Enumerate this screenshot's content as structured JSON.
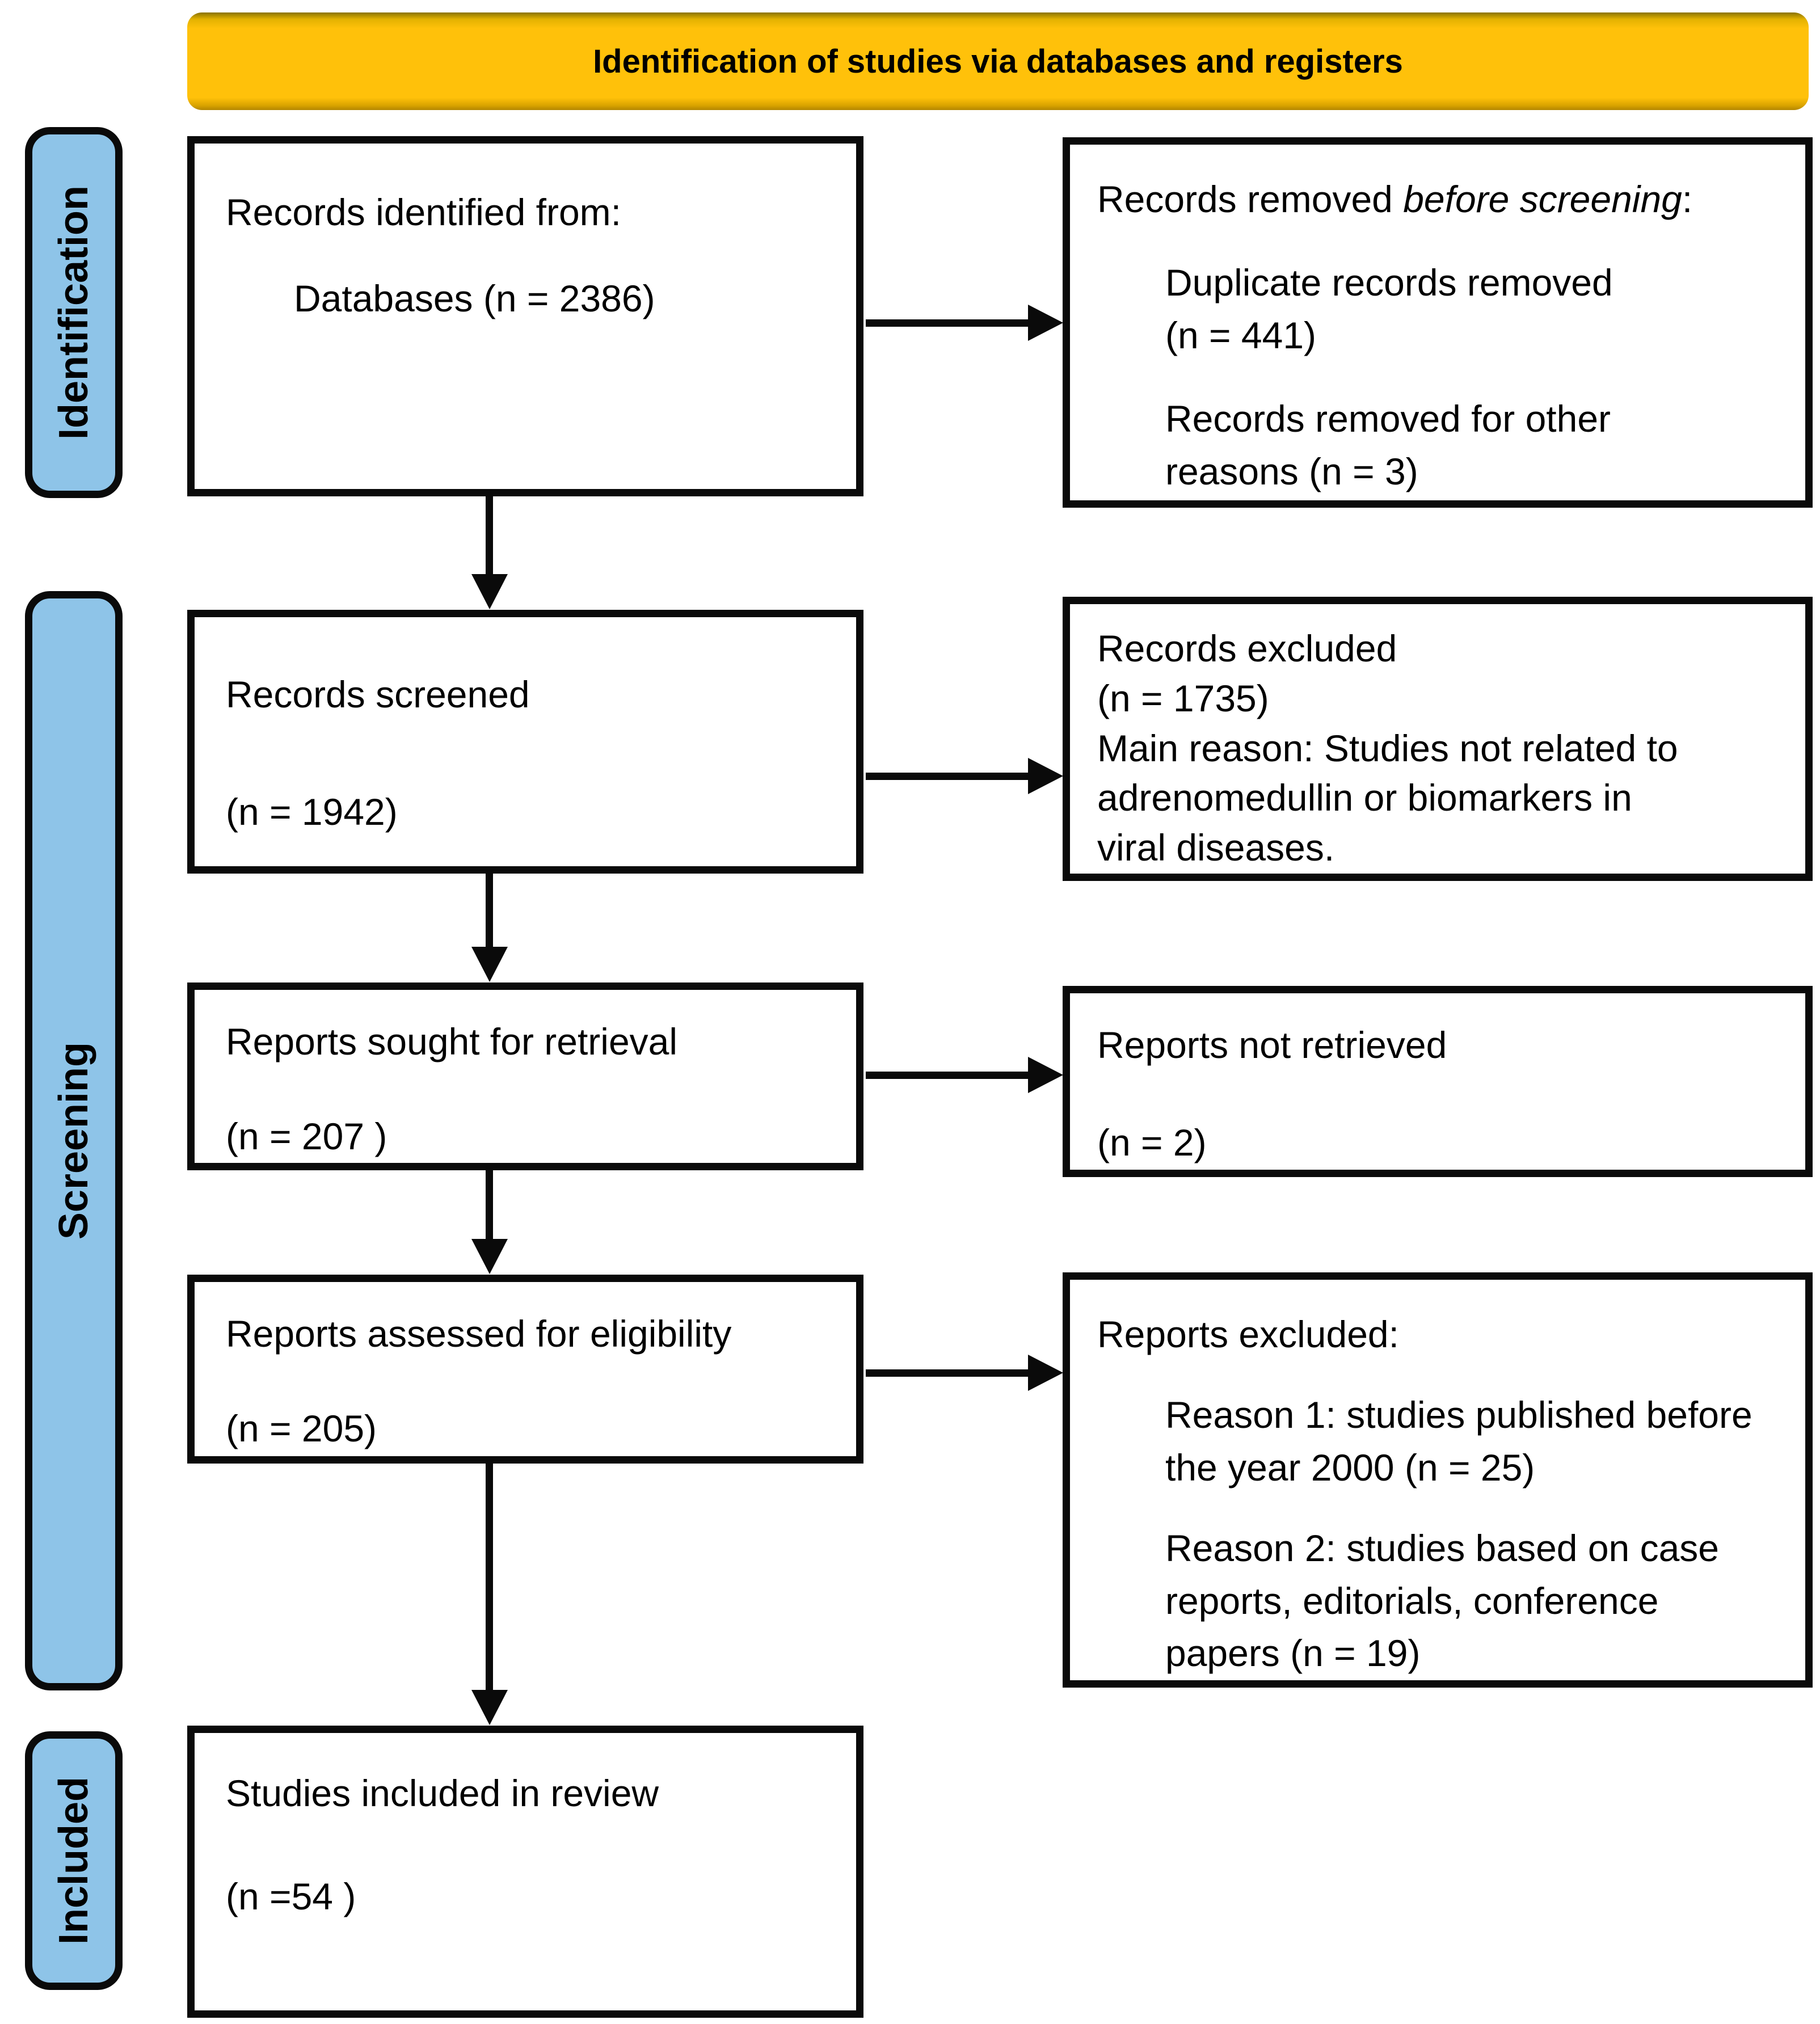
{
  "colors": {
    "banner-fill": "#FFC10A",
    "banner-edge": "#8A7200",
    "sidebar-fill": "#8EC4E8",
    "line": "#0A0A0A"
  },
  "banner": {
    "title": "Identification of studies via databases and registers"
  },
  "sidebar": {
    "identification": "Identification",
    "screening": "Screening",
    "included": "Included"
  },
  "boxes": {
    "records_identified": {
      "line1": "Records identified from:",
      "line2": "Databases (n = 2386)"
    },
    "records_removed": {
      "title_prefix": "Records removed ",
      "title_italic": "before screening",
      "title_suffix": ":",
      "item1_line1": "Duplicate records removed",
      "item1_line2": "(n = 441)",
      "item2_line1": "Records removed for other",
      "item2_line2": "reasons (n = 3)"
    },
    "records_screened": {
      "line1": "Records screened",
      "line2": "(n = 1942)"
    },
    "records_excluded": {
      "line1": "Records excluded",
      "line2": "(n = 1735)",
      "line3": "Main reason: Studies not related to",
      "line4": "adrenomedullin or biomarkers in",
      "line5": "viral diseases."
    },
    "reports_sought": {
      "line1": "Reports sought for retrieval",
      "line2": "(n = 207 )"
    },
    "reports_not_retrieved": {
      "line1": "Reports not retrieved",
      "line2": "(n = 2)"
    },
    "reports_assessed": {
      "line1": "Reports assessed for eligibility",
      "line2": "(n = 205)"
    },
    "reports_excluded": {
      "title": "Reports excluded:",
      "reason1_line1": "Reason 1: studies published before",
      "reason1_line2": "the year 2000 (n = 25)",
      "reason2_line1": "Reason 2: studies based on case",
      "reason2_line2": "reports, editorials, conference",
      "reason2_line3": "papers (n = 19)"
    },
    "studies_included": {
      "line1": "Studies included in review",
      "line2": "(n =54 )"
    }
  }
}
